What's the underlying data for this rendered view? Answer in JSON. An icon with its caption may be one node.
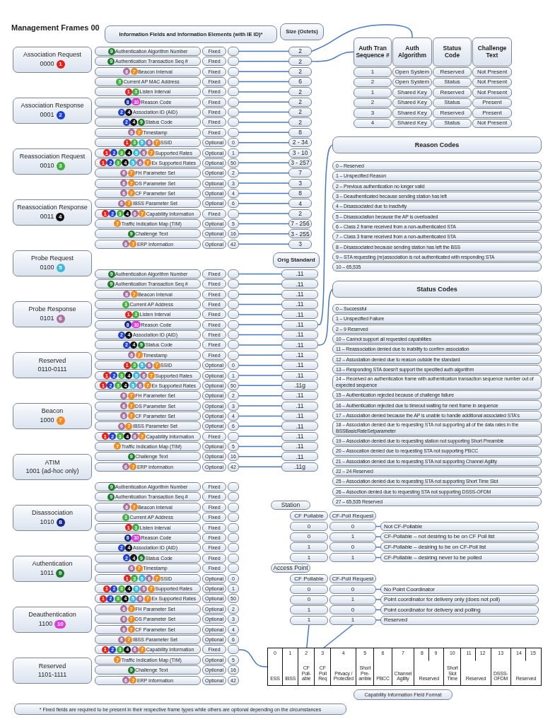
{
  "diagram": {
    "title": "Management Frames 00",
    "nodes": [
      {
        "text": [
          "Association Request",
          "0000",
          "1"
        ]
      },
      {
        "text": [
          "Association Response",
          "0001",
          "2"
        ]
      },
      {
        "text": [
          "Reassociation Request",
          "0010",
          "3"
        ]
      },
      {
        "text": [
          "Reassociation Response",
          "0011",
          "4"
        ]
      },
      {
        "text": [
          "Probe Request",
          "0100",
          "5"
        ]
      },
      {
        "text": [
          "Probe Response",
          "0101",
          "6"
        ]
      },
      {
        "text": [
          "Reserved",
          "0110-0111"
        ]
      },
      {
        "text": [
          "Beacon",
          "1000",
          "7"
        ]
      },
      {
        "text": [
          "ATIM",
          "1001 (ad-hoc only)"
        ]
      },
      {
        "text": [
          "Disassociation",
          "1010",
          "8"
        ]
      },
      {
        "text": [
          "Authentication",
          "1011",
          "9"
        ]
      },
      {
        "text": [
          "Deauthentication",
          "1100",
          "10"
        ]
      },
      {
        "text": [
          "Reserved",
          "1101-1111"
        ]
      },
      {
        "text": [
          "Information Fields and Information Elements (with IE ID)*"
        ]
      },
      {
        "text": [
          "Size (Octets)"
        ]
      },
      {
        "text": [
          "9",
          "Authentication Algorithm Number"
        ]
      },
      {
        "text": [
          "Fixed"
        ]
      },
      {
        "text": [],
        "shape": "box"
      },
      {
        "text": [
          "2"
        ]
      },
      {
        "text": [
          "9",
          "Authentication Transaction Seq #"
        ]
      },
      {
        "text": [
          "Fixed"
        ]
      },
      {
        "text": [],
        "shape": "box"
      },
      {
        "text": [
          "2"
        ]
      },
      {
        "text": [
          "6",
          "7",
          "Beacon Interval"
        ]
      },
      {
        "text": [
          "Fixed"
        ]
      },
      {
        "text": [],
        "shape": "box"
      },
      {
        "text": [
          "2"
        ]
      },
      {
        "text": [
          "3",
          "Current AP MAC Address"
        ]
      },
      {
        "text": [
          "Fixed"
        ]
      },
      {
        "text": [],
        "shape": "box"
      },
      {
        "text": [
          "6"
        ]
      },
      {
        "text": [
          "1",
          "3",
          "Listen Interval"
        ]
      },
      {
        "text": [
          "Fixed"
        ]
      },
      {
        "text": [],
        "shape": "box"
      },
      {
        "text": [
          "2"
        ]
      },
      {
        "text": [
          "8",
          "10",
          "Reason Code"
        ]
      },
      {
        "text": [
          "Fixed"
        ]
      },
      {
        "text": [],
        "shape": "box"
      },
      {
        "text": [
          "2"
        ]
      },
      {
        "text": [
          "2",
          "4",
          "Association ID (AID)"
        ]
      },
      {
        "text": [
          "Fixed"
        ]
      },
      {
        "text": [],
        "shape": "box"
      },
      {
        "text": [
          "2"
        ]
      },
      {
        "text": [
          "2",
          "4",
          "9",
          "Status Code"
        ]
      },
      {
        "text": [
          "Fixed"
        ]
      },
      {
        "text": [],
        "shape": "box"
      },
      {
        "text": [
          "2"
        ]
      },
      {
        "text": [
          "6",
          "7",
          "Timestamp"
        ]
      },
      {
        "text": [
          "Fixed"
        ]
      },
      {
        "text": [],
        "shape": "box"
      },
      {
        "text": [
          "8"
        ]
      },
      {
        "text": [
          "1",
          "3",
          "5",
          "6",
          "7",
          "SSID"
        ]
      },
      {
        "text": [
          "Optional"
        ]
      },
      {
        "text": [
          "0"
        ]
      },
      {
        "text": [
          "2 - 34"
        ]
      },
      {
        "text": [
          "1",
          "2",
          "3",
          "4",
          "5",
          "6",
          "7",
          "Supported Rates"
        ]
      },
      {
        "text": [
          "Optional"
        ]
      },
      {
        "text": [
          "1"
        ]
      },
      {
        "text": [
          "3 - 10"
        ]
      },
      {
        "text": [
          "1",
          "2",
          "3",
          "4",
          "5",
          "6",
          "7",
          "Ex Supported Rates"
        ]
      },
      {
        "text": [
          "Optional"
        ]
      },
      {
        "text": [
          "50"
        ]
      },
      {
        "text": [
          "3 - 257"
        ]
      },
      {
        "text": [
          "6",
          "7",
          "FH Parameter Set"
        ]
      },
      {
        "text": [
          "Optional"
        ]
      },
      {
        "text": [
          "2"
        ]
      },
      {
        "text": [
          "7"
        ]
      },
      {
        "text": [
          "6",
          "7",
          "DS Parameter Set"
        ]
      },
      {
        "text": [
          "Optional"
        ]
      },
      {
        "text": [
          "3"
        ]
      },
      {
        "text": [
          "3"
        ]
      },
      {
        "text": [
          "6",
          "7",
          "CF Parameter Set"
        ]
      },
      {
        "text": [
          "Optional"
        ]
      },
      {
        "text": [
          "4"
        ]
      },
      {
        "text": [
          "8"
        ]
      },
      {
        "text": [
          "6",
          "7",
          "IBSS Parameter Set"
        ]
      },
      {
        "text": [
          "Optional"
        ]
      },
      {
        "text": [
          "6"
        ]
      },
      {
        "text": [
          "4"
        ]
      },
      {
        "text": [
          "1",
          "2",
          "3",
          "4",
          "6",
          "7",
          "Capability Information"
        ]
      },
      {
        "text": [
          "Fixed"
        ]
      },
      {
        "text": [],
        "shape": "box"
      },
      {
        "text": [
          "2"
        ]
      },
      {
        "text": [
          "7",
          "Traffic Indication Map (TIM)"
        ]
      },
      {
        "text": [
          "Optional"
        ]
      },
      {
        "text": [
          "5"
        ]
      },
      {
        "text": [
          "7 - 256"
        ]
      },
      {
        "text": [
          "9",
          "Challenge Text"
        ]
      },
      {
        "text": [
          "Optional"
        ]
      },
      {
        "text": [
          "16"
        ]
      },
      {
        "text": [
          "3 - 255"
        ]
      },
      {
        "text": [
          "6",
          "7",
          "ERP Information"
        ]
      },
      {
        "text": [
          "Optional"
        ]
      },
      {
        "text": [
          "42"
        ]
      },
      {
        "text": [
          "3"
        ]
      },
      {
        "text": [
          "Orig Standard"
        ]
      },
      {
        "text": [
          "9",
          "Authentication Algorithm Number"
        ]
      },
      {
        "text": [
          "Fixed"
        ]
      },
      {
        "text": [],
        "shape": "box"
      },
      {
        "text": [
          ".11"
        ]
      },
      {
        "text": [
          "9",
          "Authentication Transaction Seq #"
        ]
      },
      {
        "text": [
          "Fixed"
        ]
      },
      {
        "text": [],
        "shape": "box"
      },
      {
        "text": [
          ".11"
        ]
      },
      {
        "text": [
          "6",
          "7",
          "Beacon Interval"
        ]
      },
      {
        "text": [
          "Fixed"
        ]
      },
      {
        "text": [],
        "shape": "box"
      },
      {
        "text": [
          ".11"
        ]
      },
      {
        "text": [
          "3",
          "Current AP Address"
        ]
      },
      {
        "text": [
          "Fixed"
        ]
      },
      {
        "text": [],
        "shape": "box"
      },
      {
        "text": [
          ".11"
        ]
      },
      {
        "text": [
          "1",
          "3",
          "Listen Interval"
        ]
      },
      {
        "text": [
          "Fixed"
        ]
      },
      {
        "text": [],
        "shape": "box"
      },
      {
        "text": [
          ".11"
        ]
      },
      {
        "text": [
          "8",
          "10",
          "Reason Code"
        ]
      },
      {
        "text": [
          "Fixed"
        ]
      },
      {
        "text": [],
        "shape": "box"
      },
      {
        "text": [
          ".11"
        ]
      },
      {
        "text": [
          "2",
          "4",
          "Association ID (AID)"
        ]
      },
      {
        "text": [
          "Fixed"
        ]
      },
      {
        "text": [],
        "shape": "box"
      },
      {
        "text": [
          ".11"
        ]
      },
      {
        "text": [
          "2",
          "4",
          "9",
          "Status Code"
        ]
      },
      {
        "text": [
          "Fixed"
        ]
      },
      {
        "text": [],
        "shape": "box"
      },
      {
        "text": [
          ".11"
        ]
      },
      {
        "text": [
          "6",
          "7",
          "Timestamp"
        ]
      },
      {
        "text": [
          "Fixed"
        ]
      },
      {
        "text": [],
        "shape": "box"
      },
      {
        "text": [
          ".11"
        ]
      },
      {
        "text": [
          "1",
          "3",
          "5",
          "6",
          "7",
          "SSID"
        ]
      },
      {
        "text": [
          "Optional"
        ]
      },
      {
        "text": [
          "0"
        ]
      },
      {
        "text": [
          ".11"
        ]
      },
      {
        "text": [
          "1",
          "2",
          "3",
          "4",
          "5",
          "6",
          "7",
          "Supported Rates"
        ]
      },
      {
        "text": [
          "Optional"
        ]
      },
      {
        "text": [
          "1"
        ]
      },
      {
        "text": [
          ".11"
        ]
      },
      {
        "text": [
          "1",
          "2",
          "3",
          "4",
          "5",
          "6",
          "7",
          "Ex Supported Rates"
        ]
      },
      {
        "text": [
          "Optional"
        ]
      },
      {
        "text": [
          "50"
        ]
      },
      {
        "text": [
          ".11g"
        ]
      },
      {
        "text": [
          "6",
          "7",
          "FH Parameter Set"
        ]
      },
      {
        "text": [
          "Optional"
        ]
      },
      {
        "text": [
          "2"
        ]
      },
      {
        "text": [
          ".11"
        ]
      },
      {
        "text": [
          "6",
          "7",
          "DS Parameter Set"
        ]
      },
      {
        "text": [
          "Optional"
        ]
      },
      {
        "text": [
          "3"
        ]
      },
      {
        "text": [
          ".11"
        ]
      },
      {
        "text": [
          "6",
          "7",
          "CF Parameter Set"
        ]
      },
      {
        "text": [
          "Optional"
        ]
      },
      {
        "text": [
          "4"
        ]
      },
      {
        "text": [
          ".11"
        ]
      },
      {
        "text": [
          "6",
          "7",
          "IBSS Parameter Set"
        ]
      },
      {
        "text": [
          "Optional"
        ]
      },
      {
        "text": [
          "6"
        ]
      },
      {
        "text": [
          ".11"
        ]
      },
      {
        "text": [
          "1",
          "2",
          "3",
          "4",
          "6",
          "7",
          "Capability Information"
        ]
      },
      {
        "text": [
          "Fixed"
        ]
      },
      {
        "text": [],
        "shape": "box"
      },
      {
        "text": [
          ".11"
        ]
      },
      {
        "text": [
          "7",
          "Traffic Indication Map (TIM)"
        ]
      },
      {
        "text": [
          "Optional"
        ]
      },
      {
        "text": [
          "5"
        ]
      },
      {
        "text": [
          ".11"
        ]
      },
      {
        "text": [
          "9",
          "Challenge Text"
        ]
      },
      {
        "text": [
          "Optional"
        ]
      },
      {
        "text": [
          "16"
        ]
      },
      {
        "text": [
          ".11"
        ]
      },
      {
        "text": [
          "6",
          "7",
          "ERP Information"
        ]
      },
      {
        "text": [
          "Optional"
        ]
      },
      {
        "text": [
          "42"
        ]
      },
      {
        "text": [
          ".11g"
        ]
      },
      {
        "text": [
          "9",
          "Authentication Algorithm Number"
        ]
      },
      {
        "text": [
          "Fixed"
        ]
      },
      {
        "text": [],
        "shape": "box"
      },
      {
        "text": [
          "9",
          "Authentication Transaction Seq #"
        ]
      },
      {
        "text": [
          "Fixed"
        ]
      },
      {
        "text": [],
        "shape": "box"
      },
      {
        "text": [
          "6",
          "7",
          "Beacon Interval"
        ]
      },
      {
        "text": [
          "Fixed"
        ]
      },
      {
        "text": [],
        "shape": "box"
      },
      {
        "text": [
          "3",
          "Current AP Address"
        ]
      },
      {
        "text": [
          "Fixed"
        ]
      },
      {
        "text": [],
        "shape": "box"
      },
      {
        "text": [
          "1",
          "3",
          "Listen Interval"
        ]
      },
      {
        "text": [
          "Fixed"
        ]
      },
      {
        "text": [],
        "shape": "box"
      },
      {
        "text": [
          "8",
          "10",
          "Reason Code"
        ]
      },
      {
        "text": [
          "Fixed"
        ]
      },
      {
        "text": [],
        "shape": "box"
      },
      {
        "text": [
          "2",
          "4",
          "Association ID (AID)"
        ]
      },
      {
        "text": [
          "Fixed"
        ]
      },
      {
        "text": [],
        "shape": "box"
      },
      {
        "text": [
          "2",
          "4",
          "9",
          "Status Code"
        ]
      },
      {
        "text": [
          "Fixed"
        ]
      },
      {
        "text": [],
        "shape": "box"
      },
      {
        "text": [
          "6",
          "7",
          "Timestamp"
        ]
      },
      {
        "text": [
          "Fixed"
        ]
      },
      {
        "text": [],
        "shape": "box"
      },
      {
        "text": [
          "1",
          "3",
          "5",
          "6",
          "7",
          "SSID"
        ]
      },
      {
        "text": [
          "Optional"
        ]
      },
      {
        "text": [
          "0"
        ]
      },
      {
        "text": [
          "1",
          "2",
          "3",
          "4",
          "5",
          "6",
          "7",
          "Supported Rates"
        ]
      },
      {
        "text": [
          "Optional"
        ]
      },
      {
        "text": [
          "1"
        ]
      },
      {
        "text": [
          "1",
          "2",
          "3",
          "4",
          "5",
          "6",
          "7",
          "Ex Supported Rates"
        ]
      },
      {
        "text": [
          "Optional"
        ]
      },
      {
        "text": [
          "50"
        ]
      },
      {
        "text": [
          "6",
          "7",
          "FH Parameter Set"
        ]
      },
      {
        "text": [
          "Optional"
        ]
      },
      {
        "text": [
          "2"
        ]
      },
      {
        "text": [
          "6",
          "7",
          "DS Parameter Set"
        ]
      },
      {
        "text": [
          "Optional"
        ]
      },
      {
        "text": [
          "3"
        ]
      },
      {
        "text": [
          "6",
          "7",
          "CF Parameter Set"
        ]
      },
      {
        "text": [
          "Optional"
        ]
      },
      {
        "text": [
          "4"
        ]
      },
      {
        "text": [
          "6",
          "7",
          "IBSS Parameter Set"
        ]
      },
      {
        "text": [
          "Optional"
        ]
      },
      {
        "text": [
          "6"
        ]
      },
      {
        "text": [
          "1",
          "2",
          "3",
          "4",
          "6",
          "7",
          "Capability Information"
        ]
      },
      {
        "text": [
          "Fixed"
        ]
      },
      {
        "text": [],
        "shape": "box"
      },
      {
        "text": [
          "7",
          "Traffic Indication Map (TIM)"
        ]
      },
      {
        "text": [
          "Optional"
        ]
      },
      {
        "text": [
          "5"
        ]
      },
      {
        "text": [
          "9",
          "Challenge Text"
        ]
      },
      {
        "text": [
          "Optional"
        ]
      },
      {
        "text": [
          "16"
        ]
      },
      {
        "text": [
          "6",
          "7",
          "ERP Information"
        ]
      },
      {
        "text": [
          "Optional"
        ]
      },
      {
        "text": [
          "42"
        ]
      },
      {
        "text": [
          "* Fixed fields are required to be present in their respective frame types while others are optional depending on the circumstances"
        ]
      },
      {
        "text": [
          "Auth Tran Sequence #"
        ]
      },
      {
        "text": [
          "Auth Algorithm"
        ]
      },
      {
        "text": [
          "Status Code"
        ]
      },
      {
        "text": [
          "Challenge Text"
        ]
      },
      {
        "text": [
          "1"
        ]
      },
      {
        "text": [
          "Open System"
        ]
      },
      {
        "text": [
          "Reserved"
        ]
      },
      {
        "text": [
          "Not Present"
        ]
      },
      {
        "text": [
          "2"
        ]
      },
      {
        "text": [
          "Open System"
        ]
      },
      {
        "text": [
          "Status"
        ]
      },
      {
        "text": [
          "Not Present"
        ]
      },
      {
        "text": [
          "1"
        ]
      },
      {
        "text": [
          "Shared Key"
        ]
      },
      {
        "text": [
          "Reserved"
        ]
      },
      {
        "text": [
          "Not Present"
        ]
      },
      {
        "text": [
          "2"
        ]
      },
      {
        "text": [
          "Shared Key"
        ]
      },
      {
        "text": [
          "Status"
        ]
      },
      {
        "text": [
          "Present"
        ]
      },
      {
        "text": [
          "3"
        ]
      },
      {
        "text": [
          "Shared Key"
        ]
      },
      {
        "text": [
          "Reserved"
        ]
      },
      {
        "text": [
          "Present"
        ]
      },
      {
        "text": [
          "4"
        ]
      },
      {
        "text": [
          "Shared Key"
        ]
      },
      {
        "text": [
          "Status"
        ]
      },
      {
        "text": [
          "Not Present"
        ]
      },
      {
        "text": [
          "Reason Codes"
        ]
      },
      {
        "text": [
          "0 – Reserved"
        ]
      },
      {
        "text": [
          "1 – Unspecified Reason"
        ]
      },
      {
        "text": [
          "2 – Previous authentication no longer valid"
        ]
      },
      {
        "text": [
          "3 – Deauthenticated because sending station has left"
        ]
      },
      {
        "text": [
          "4 – Disassociated due to inactivity"
        ]
      },
      {
        "text": [
          "5 – Disassociation because the AP is overloaded"
        ]
      },
      {
        "text": [
          "6 – Class 2 frame received from a non-authenticated STA"
        ]
      },
      {
        "text": [
          "7 – Class 3 frame received from a non-authenticated STA"
        ]
      },
      {
        "text": [
          "8 – Disassociated because sending station has left the BSS"
        ]
      },
      {
        "text": [
          "9 – STA requesting (re)association is not authenticated with responding STA"
        ]
      },
      {
        "text": [
          "10 – 65,535"
        ]
      },
      {
        "text": [
          "Status Codes"
        ]
      },
      {
        "text": [
          "0 – Successful"
        ]
      },
      {
        "text": [
          "1 – Unspecified Failure"
        ]
      },
      {
        "text": [
          "2 – 9 Reserved"
        ]
      },
      {
        "text": [
          "10 – Cannot support all requested capabilities"
        ]
      },
      {
        "text": [
          "11 – Reassociation denied due to inability to confirm association"
        ]
      },
      {
        "text": [
          "12 – Association denied due to reason outside the standard"
        ]
      },
      {
        "text": [
          "13 – Responding STA doesn't support the specified auth algorithm"
        ]
      },
      {
        "text": [
          "14 – Received an authentication frame with authentication transaction sequence number out of expected sequence"
        ]
      },
      {
        "text": [
          "15 – Authentication rejected because of challenge failure"
        ]
      },
      {
        "text": [
          "16 – Authentication rejected due to timeout waiting for next frame in sequence"
        ]
      },
      {
        "text": [
          "17 – Association denied because the AP is unable to handle additional associated STA's"
        ]
      },
      {
        "text": [
          "18 – Association denied due to requesting STA not supporting all of the data rates in the BSSBasicRateSetparameter"
        ]
      },
      {
        "text": [
          "19 – Association denied due to requesting station not supporting Short Preamble"
        ]
      },
      {
        "text": [
          "20 – Assocation denied due to requesting STA not supporting PBCC"
        ]
      },
      {
        "text": [
          "21 – Association denied due to requesting STA not supporting Channel Agility"
        ]
      },
      {
        "text": [
          "22 – 24 Reserved"
        ]
      },
      {
        "text": [
          "25 – Association denied due to requesting STA not supporting Short Time Slot"
        ]
      },
      {
        "text": [
          "26 – Assoction denied due to requesting STA not supporting DSSS-OFDM"
        ]
      },
      {
        "text": [
          "27 – 65,535 Reserved"
        ]
      },
      {
        "text": [
          "Station"
        ]
      },
      {
        "text": [
          "CF Pollable"
        ]
      },
      {
        "text": [
          "CF-Poll Request"
        ]
      },
      {
        "text": [
          "0"
        ]
      },
      {
        "text": [
          "0"
        ]
      },
      {
        "text": [
          "Not CF-Pollable"
        ]
      },
      {
        "text": [
          "0"
        ]
      },
      {
        "text": [
          "1"
        ]
      },
      {
        "text": [
          "CF-Pollable – not desiring to be on CF Poll list"
        ]
      },
      {
        "text": [
          "1"
        ]
      },
      {
        "text": [
          "0"
        ]
      },
      {
        "text": [
          "CF-Pollable – desiring to be on CF-Poll list"
        ]
      },
      {
        "text": [
          "1"
        ]
      },
      {
        "text": [
          "1"
        ]
      },
      {
        "text": [
          "CF-Pollable – desiring never to be polled"
        ]
      },
      {
        "text": [
          "Access Point"
        ]
      },
      {
        "text": [
          "CF Pollable"
        ]
      },
      {
        "text": [
          "CF-Poll Request"
        ]
      },
      {
        "text": [
          "0"
        ]
      },
      {
        "text": [
          "0"
        ]
      },
      {
        "text": [
          "No Point Coordinator"
        ]
      },
      {
        "text": [
          "0"
        ]
      },
      {
        "text": [
          "1"
        ]
      },
      {
        "text": [
          "Point coordinator for delivery only (does not poll)"
        ]
      },
      {
        "text": [
          "1"
        ]
      },
      {
        "text": [
          "0"
        ]
      },
      {
        "text": [
          "Point coordinator for delivery and polling"
        ]
      },
      {
        "text": [
          "1"
        ]
      },
      {
        "text": [
          "1"
        ]
      },
      {
        "text": [
          "Reserved"
        ]
      },
      {
        "text": [],
        "shape": "box"
      },
      {
        "text": [
          "0",
          "ESS"
        ],
        "in": 327
      },
      {
        "text": [
          "1",
          "IBSS"
        ],
        "in": 327
      },
      {
        "text": [
          "2",
          "CF Poll- able"
        ],
        "in": 327
      },
      {
        "text": [
          "3",
          "CF Poll Req"
        ],
        "in": 327
      },
      {
        "text": [
          "4",
          "Privacy / Protected"
        ],
        "in": 327
      },
      {
        "text": [
          "5",
          "Short Pre- amble"
        ],
        "in": 327
      },
      {
        "text": [
          "6",
          "PBCC"
        ],
        "in": 327
      },
      {
        "text": [
          "7",
          "Channel Agility"
        ],
        "in": 327
      },
      {
        "text": [
          "8",
          "9",
          "Reserved"
        ],
        "in": 327
      },
      {
        "text": [
          "10",
          "Short Slot Time"
        ],
        "in": 327
      },
      {
        "text": [
          "11",
          "12",
          "Reserved"
        ],
        "in": 327
      },
      {
        "text": [
          "13",
          "DSSS- OFDM"
        ],
        "in": 327
      },
      {
        "text": [
          "14",
          "15",
          "Reserved"
        ],
        "in": 327
      },
      {
        "text": [
          "Capability Information Field Format"
        ]
      }
    ],
    "edges": [
      {
        "from": 17,
        "to": 18,
        "arrow": "none"
      },
      {
        "from": 21,
        "to": 22,
        "arrow": "none"
      },
      {
        "from": 25,
        "to": 26,
        "arrow": "none"
      },
      {
        "from": 29,
        "to": 30,
        "arrow": "none"
      },
      {
        "from": 33,
        "to": 34,
        "arrow": "none"
      },
      {
        "from": 37,
        "to": 38,
        "arrow": "none"
      },
      {
        "from": 41,
        "to": 42,
        "arrow": "none"
      },
      {
        "from": 45,
        "to": 46,
        "arrow": "none"
      },
      {
        "from": 49,
        "to": 50,
        "arrow": "none"
      },
      {
        "from": 53,
        "to": 54,
        "arrow": "none"
      },
      {
        "from": 57,
        "to": 58,
        "arrow": "none"
      },
      {
        "from": 61,
        "to": 62,
        "arrow": "none"
      },
      {
        "from": 65,
        "to": 66,
        "arrow": "none"
      },
      {
        "from": 69,
        "to": 70,
        "arrow": "none"
      },
      {
        "from": 73,
        "to": 74,
        "arrow": "none"
      },
      {
        "from": 77,
        "to": 78,
        "arrow": "none"
      },
      {
        "from": 81,
        "to": 82,
        "arrow": "none"
      },
      {
        "from": 85,
        "to": 86,
        "arrow": "none"
      },
      {
        "from": 89,
        "to": 90,
        "arrow": "none"
      },
      {
        "from": 93,
        "to": 94,
        "arrow": "none"
      },
      {
        "from": 98,
        "to": 99,
        "arrow": "none"
      },
      {
        "from": 102,
        "to": 103,
        "arrow": "none"
      },
      {
        "from": 106,
        "to": 107,
        "arrow": "none"
      },
      {
        "from": 110,
        "to": 111,
        "arrow": "none"
      },
      {
        "from": 114,
        "to": 115,
        "arrow": "none"
      },
      {
        "from": 118,
        "to": 119,
        "arrow": "none"
      },
      {
        "from": 122,
        "to": 123,
        "arrow": "none"
      },
      {
        "from": 126,
        "to": 127,
        "arrow": "none"
      },
      {
        "from": 130,
        "to": 131,
        "arrow": "none"
      },
      {
        "from": 134,
        "to": 135,
        "arrow": "none"
      },
      {
        "from": 138,
        "to": 139,
        "arrow": "none"
      },
      {
        "from": 142,
        "to": 143,
        "arrow": "none"
      },
      {
        "from": 146,
        "to": 147,
        "arrow": "none"
      },
      {
        "from": 150,
        "to": 151,
        "arrow": "none"
      },
      {
        "from": 154,
        "to": 155,
        "arrow": "none"
      },
      {
        "from": 158,
        "to": 159,
        "arrow": "none"
      },
      {
        "from": 162,
        "to": 163,
        "arrow": "none"
      },
      {
        "from": 166,
        "to": 167,
        "arrow": "none"
      },
      {
        "from": 170,
        "to": 171,
        "arrow": "none"
      },
      {
        "from": 174,
        "to": 175,
        "arrow": "none"
      },
      {
        "from": 18,
        "to": 238,
        "arrow": "none"
      },
      {
        "from": 22,
        "to": 237,
        "arrow": "none"
      },
      {
        "from": 119,
        "to": 265,
        "arrow": "none"
      },
      {
        "from": 127,
        "to": 277,
        "arrow": "none"
      },
      {
        "from": 226,
        "to": 327,
        "arrow": "none"
      },
      {
        "from": 301,
        "to": 302,
        "arrow": "none"
      },
      {
        "from": 304,
        "to": 305,
        "arrow": "none"
      },
      {
        "from": 307,
        "to": 308,
        "arrow": "none"
      },
      {
        "from": 310,
        "to": 311,
        "arrow": "none"
      },
      {
        "from": 316,
        "to": 317,
        "arrow": "none"
      },
      {
        "from": 319,
        "to": 320,
        "arrow": "none"
      },
      {
        "from": 322,
        "to": 323,
        "arrow": "none"
      },
      {
        "from": 325,
        "to": 326,
        "arrow": "none"
      },
      {
        "from": 324,
        "to": 330,
        "arrow": "none"
      },
      {
        "from": 325,
        "to": 331,
        "arrow": "none"
      }
    ]
  }
}
